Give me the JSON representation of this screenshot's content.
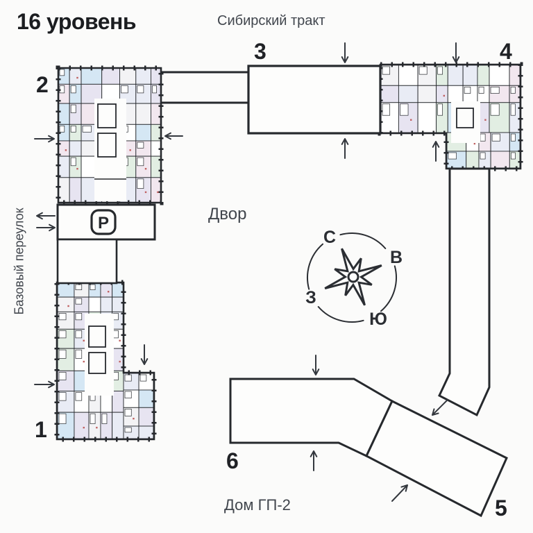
{
  "page": {
    "title": "16 уровень"
  },
  "streets": {
    "top": "Сибирский тракт",
    "left": "Базовый переулок"
  },
  "courtyard_label": "Двор",
  "site_label": "Дом ГП-2",
  "parking_symbol": "P",
  "compass": {
    "north": "С",
    "east": "В",
    "south": "Ю",
    "west": "З"
  },
  "building_numbers": {
    "b1": "1",
    "b2": "2",
    "b3": "3",
    "b4": "4",
    "b5": "5",
    "b6": "6"
  },
  "colors": {
    "ink": "#26292d",
    "label_text": "#41464d",
    "unit_palette": [
      "#e7e4f1",
      "#d5e7f4",
      "#e2eee3",
      "#f2e7ef",
      "#f3f3f5",
      "#ffffff",
      "#e9ecf5"
    ],
    "accent_dot": "#c06060"
  }
}
